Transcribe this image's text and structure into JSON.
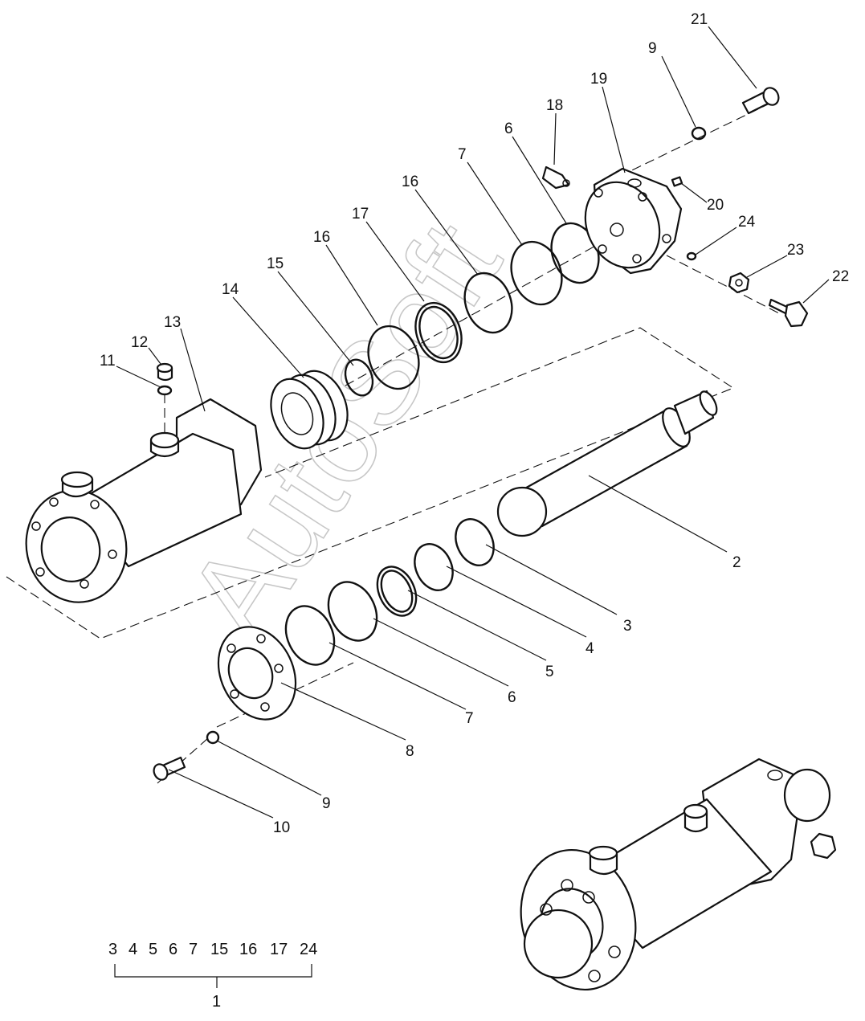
{
  "watermark": "AutoSoft",
  "callouts": [
    {
      "id": "21",
      "label": "21"
    },
    {
      "id": "9a",
      "label": "9"
    },
    {
      "id": "19",
      "label": "19"
    },
    {
      "id": "18",
      "label": "18"
    },
    {
      "id": "6a",
      "label": "6"
    },
    {
      "id": "7a",
      "label": "7"
    },
    {
      "id": "16a",
      "label": "16"
    },
    {
      "id": "17",
      "label": "17"
    },
    {
      "id": "16b",
      "label": "16"
    },
    {
      "id": "15",
      "label": "15"
    },
    {
      "id": "14",
      "label": "14"
    },
    {
      "id": "13",
      "label": "13"
    },
    {
      "id": "12",
      "label": "12"
    },
    {
      "id": "11",
      "label": "11"
    },
    {
      "id": "20",
      "label": "20"
    },
    {
      "id": "24",
      "label": "24"
    },
    {
      "id": "23",
      "label": "23"
    },
    {
      "id": "22",
      "label": "22"
    },
    {
      "id": "2",
      "label": "2"
    },
    {
      "id": "3",
      "label": "3"
    },
    {
      "id": "4",
      "label": "4"
    },
    {
      "id": "5",
      "label": "5"
    },
    {
      "id": "6b",
      "label": "6"
    },
    {
      "id": "7b",
      "label": "7"
    },
    {
      "id": "8",
      "label": "8"
    },
    {
      "id": "9b",
      "label": "9"
    },
    {
      "id": "10",
      "label": "10"
    }
  ],
  "kit": {
    "items": [
      "3",
      "4",
      "5",
      "6",
      "7",
      "15",
      "16",
      "17",
      "24"
    ],
    "label": "1"
  }
}
